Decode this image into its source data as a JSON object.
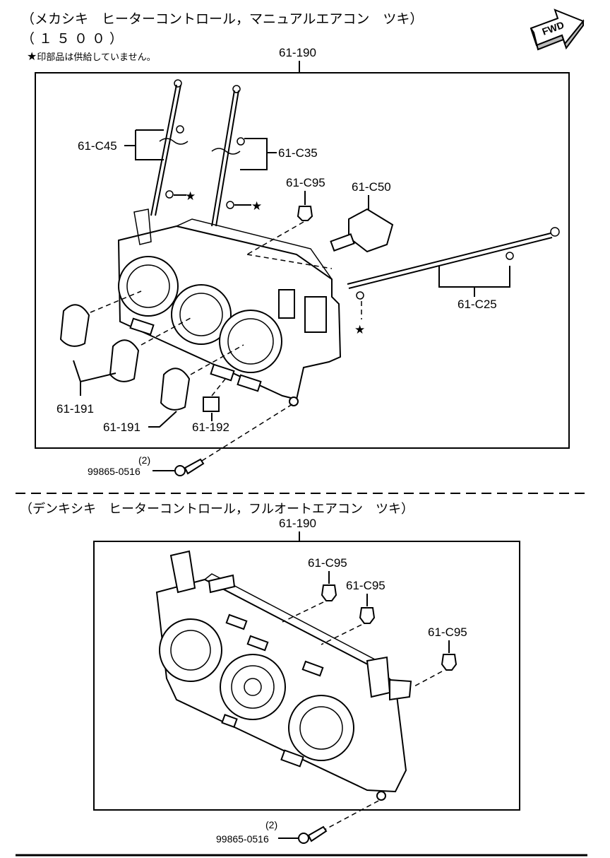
{
  "header": {
    "title_manual": "（メカシキ　ヒーターコントロール，マニュアルエアコン　ツキ）",
    "model": "（１５００）",
    "note_star": "★",
    "note_text": "印部品は供給していません。",
    "fwd_label": "FWD",
    "title_auto": "（デンキシキ　ヒーターコントロール，フルオートエアコン　ツキ）"
  },
  "parts_upper": {
    "assembly": "61-190",
    "cable_c45": "61-C45",
    "cable_c35": "61-C35",
    "clip_c95": "61-C95",
    "motor_c50": "61-C50",
    "cable_c25": "61-C25",
    "knob_191_a": "61-191",
    "knob_191_b": "61-191",
    "button_192": "61-192",
    "screw": "99865-0516",
    "screw_qty": "(2)",
    "star_marks": [
      "★",
      "★",
      "★"
    ]
  },
  "parts_lower": {
    "assembly": "61-190",
    "clip_a": "61-C95",
    "clip_b": "61-C95",
    "clip_c": "61-C95",
    "screw": "99865-0516",
    "screw_qty": "(2)"
  }
}
